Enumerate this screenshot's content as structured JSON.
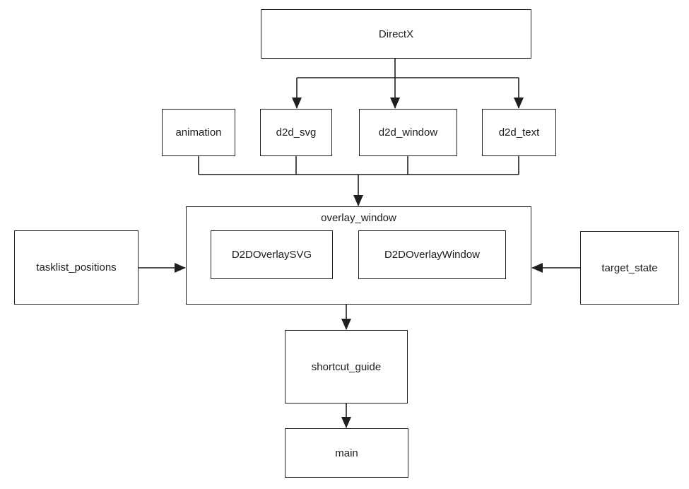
{
  "colors": {
    "background": "#ffffff",
    "line": "#1f1f1f",
    "text": "#1c1c1c",
    "node_fill": "#ffffff"
  },
  "nodes": {
    "directx": {
      "label": "DirectX"
    },
    "animation": {
      "label": "animation"
    },
    "d2d_svg": {
      "label": "d2d_svg"
    },
    "d2d_window": {
      "label": "d2d_window"
    },
    "d2d_text": {
      "label": "d2d_text"
    },
    "overlay_window": {
      "label": "overlay_window"
    },
    "d2d_overlay_svg": {
      "label": "D2DOverlaySVG"
    },
    "d2d_overlay_window": {
      "label": "D2DOverlayWindow"
    },
    "tasklist_positions": {
      "label": "tasklist_positions"
    },
    "target_state": {
      "label": "target_state"
    },
    "shortcut_guide": {
      "label": "shortcut_guide"
    },
    "main": {
      "label": "main"
    }
  },
  "edges": [
    {
      "from": "DirectX",
      "to": "d2d_svg"
    },
    {
      "from": "DirectX",
      "to": "d2d_window"
    },
    {
      "from": "DirectX",
      "to": "d2d_text"
    },
    {
      "from": "animation",
      "to": "overlay_window"
    },
    {
      "from": "d2d_svg",
      "to": "overlay_window"
    },
    {
      "from": "d2d_window",
      "to": "overlay_window"
    },
    {
      "from": "d2d_text",
      "to": "overlay_window"
    },
    {
      "from": "tasklist_positions",
      "to": "overlay_window"
    },
    {
      "from": "target_state",
      "to": "overlay_window"
    },
    {
      "from": "overlay_window",
      "to": "shortcut_guide"
    },
    {
      "from": "shortcut_guide",
      "to": "main"
    }
  ]
}
